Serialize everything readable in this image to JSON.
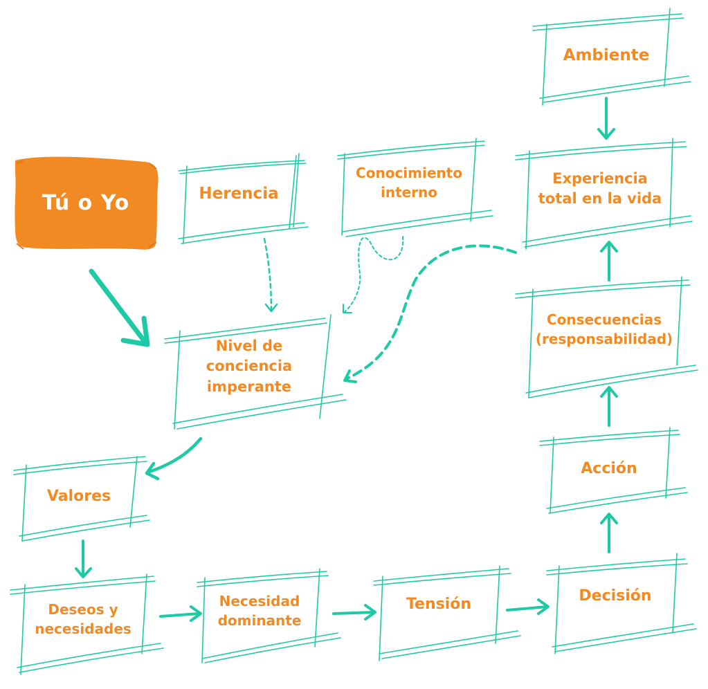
{
  "colors": {
    "stroke": "#1ec9a6",
    "text": "#f28a24",
    "start_fill": "#f28a24",
    "start_text": "#ffffff"
  },
  "start": {
    "label": "Tú o Yo"
  },
  "nodes": {
    "herencia": "Herencia",
    "conocimiento": "Conocimiento\ninterno",
    "ambiente": "Ambiente",
    "experiencia": "Experiencia\ntotal en la vida",
    "nivel": "Nivel de\nconciencia\nimperante",
    "consecuencias": "Consecuencias\n(responsabilidad)",
    "valores": "Valores",
    "accion": "Acción",
    "deseos": "Deseos y\nnecesidades",
    "necesidad": "Necesidad\ndominante",
    "tension": "Tensión",
    "decision": "Decisión"
  },
  "edges": [
    {
      "from": "start",
      "to": "nivel",
      "style": "solid-thick"
    },
    {
      "from": "herencia",
      "to": "nivel",
      "style": "dashed"
    },
    {
      "from": "conocimiento",
      "to": "nivel",
      "style": "dashed"
    },
    {
      "from": "experiencia",
      "to": "nivel",
      "style": "dashed-thick"
    },
    {
      "from": "nivel",
      "to": "valores",
      "style": "solid"
    },
    {
      "from": "valores",
      "to": "deseos",
      "style": "solid"
    },
    {
      "from": "deseos",
      "to": "necesidad",
      "style": "solid"
    },
    {
      "from": "necesidad",
      "to": "tension",
      "style": "solid"
    },
    {
      "from": "tension",
      "to": "decision",
      "style": "solid"
    },
    {
      "from": "decision",
      "to": "accion",
      "style": "solid"
    },
    {
      "from": "accion",
      "to": "consecuencias",
      "style": "solid"
    },
    {
      "from": "consecuencias",
      "to": "experiencia",
      "style": "solid"
    },
    {
      "from": "ambiente",
      "to": "experiencia",
      "style": "solid"
    }
  ]
}
